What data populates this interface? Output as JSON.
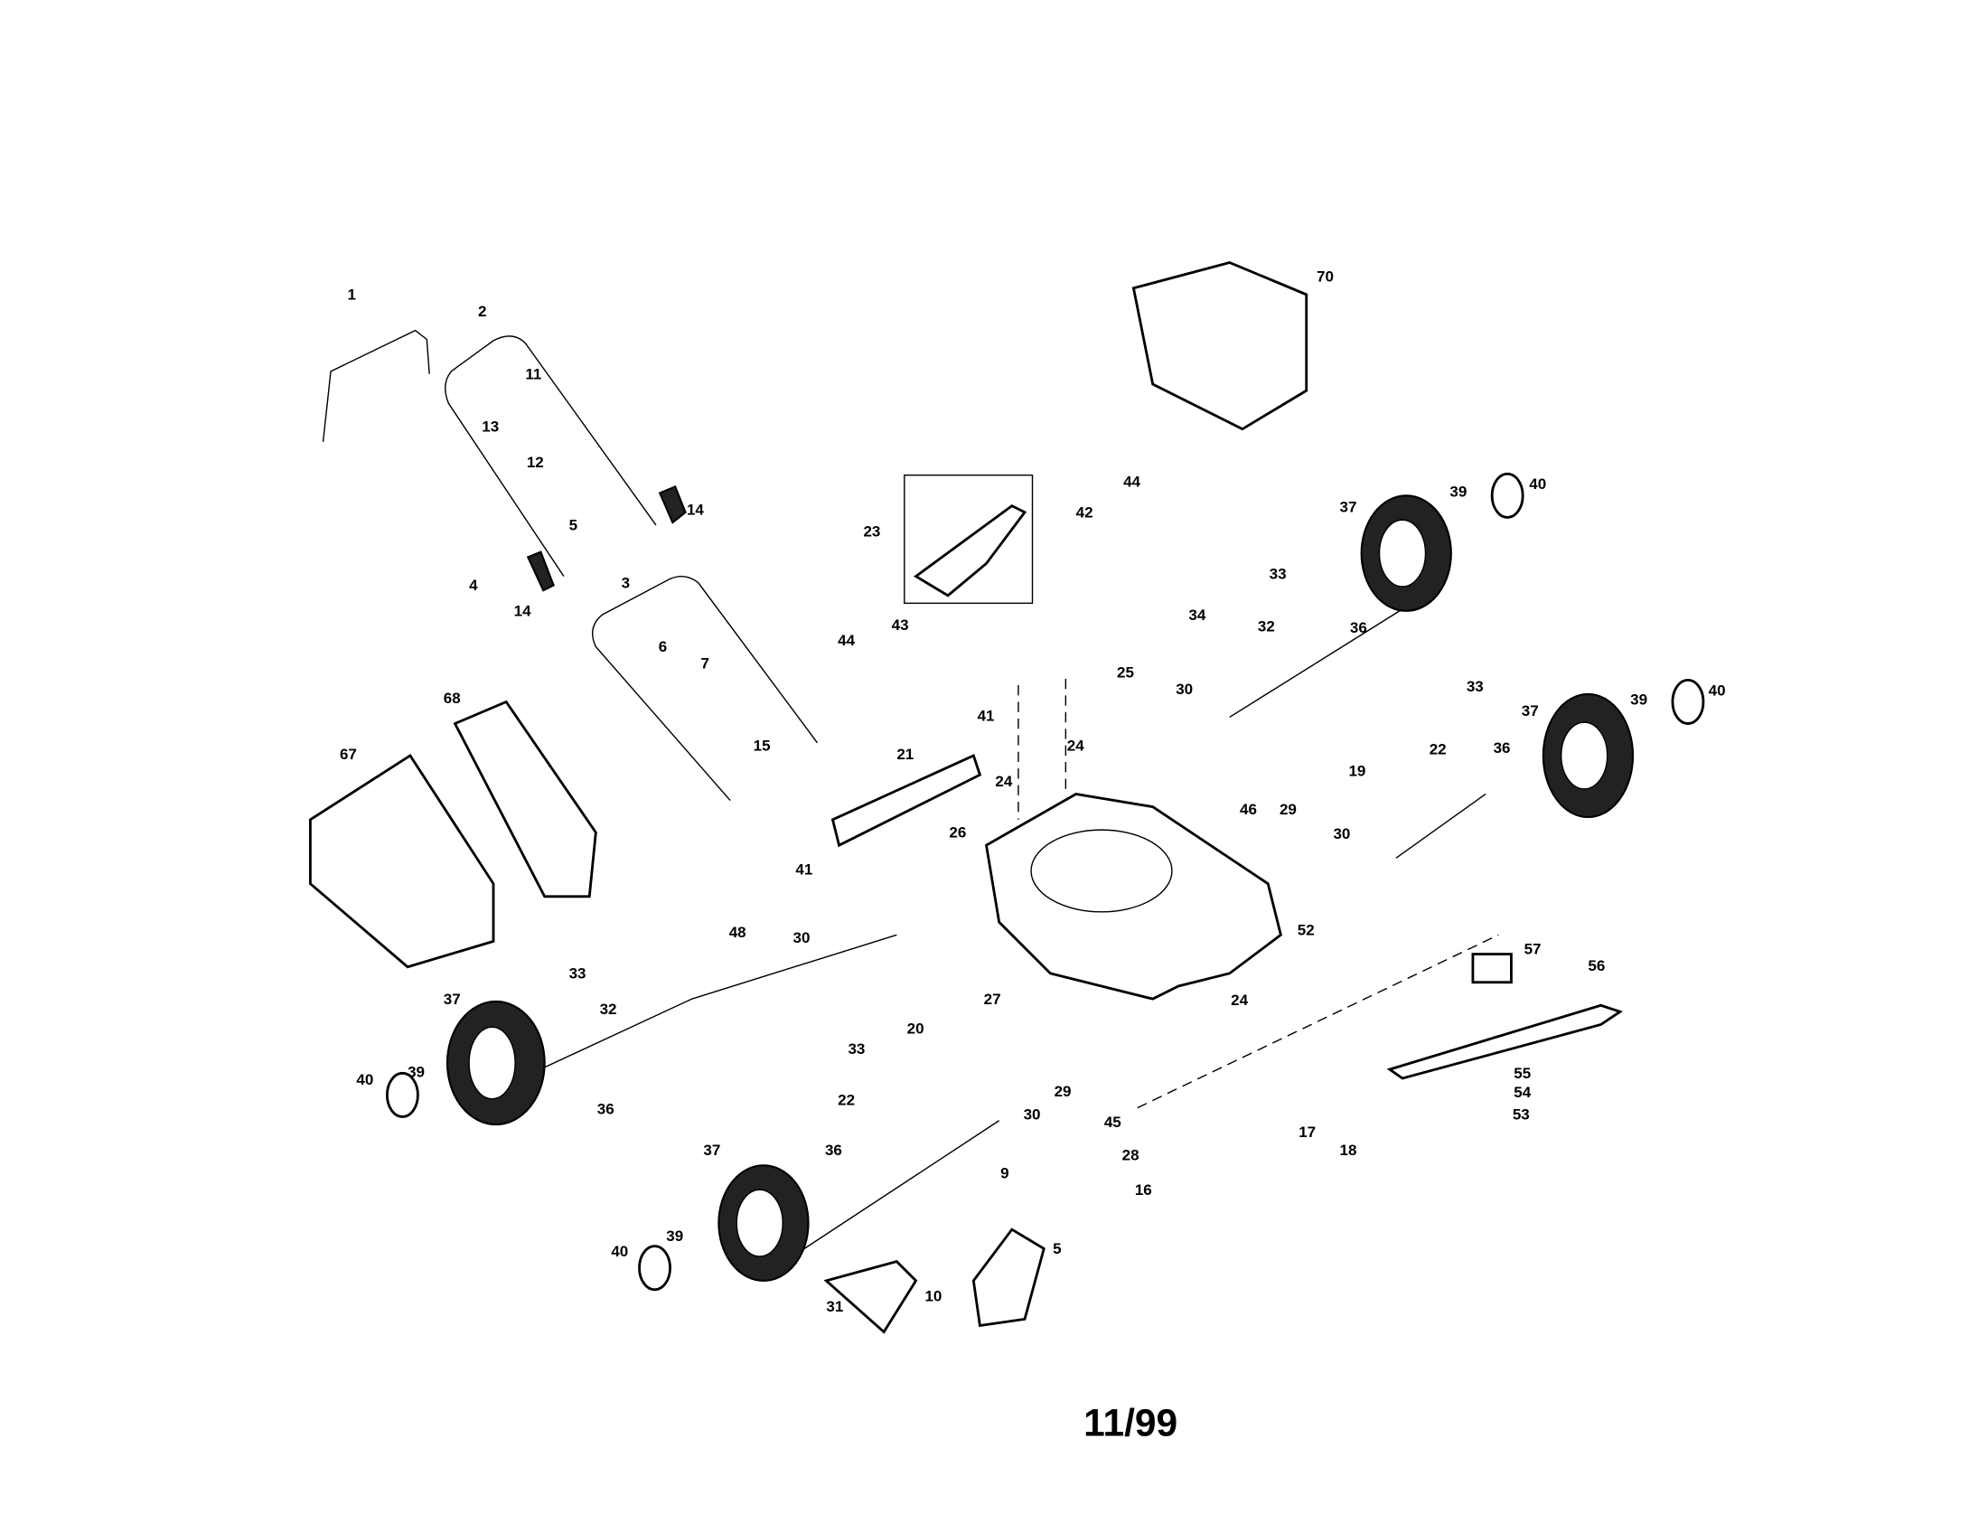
{
  "diagram": {
    "date_code": "11/99",
    "labels": [
      "1",
      "2",
      "11",
      "13",
      "12",
      "5",
      "14",
      "4",
      "14",
      "3",
      "6",
      "7",
      "68",
      "67",
      "15",
      "23",
      "42",
      "44",
      "44",
      "43",
      "70",
      "37",
      "39",
      "40",
      "33",
      "32",
      "34",
      "36",
      "25",
      "30",
      "41",
      "21",
      "24",
      "24",
      "41",
      "26",
      "46",
      "29",
      "30",
      "19",
      "22",
      "33",
      "37",
      "39",
      "40",
      "36",
      "52",
      "48",
      "30",
      "33",
      "37",
      "32",
      "40",
      "39",
      "36",
      "27",
      "24",
      "57",
      "56",
      "55",
      "54",
      "53",
      "20",
      "33",
      "29",
      "30",
      "22",
      "45",
      "17",
      "18",
      "36",
      "9",
      "28",
      "16",
      "37",
      "39",
      "40",
      "5",
      "31",
      "10"
    ]
  }
}
